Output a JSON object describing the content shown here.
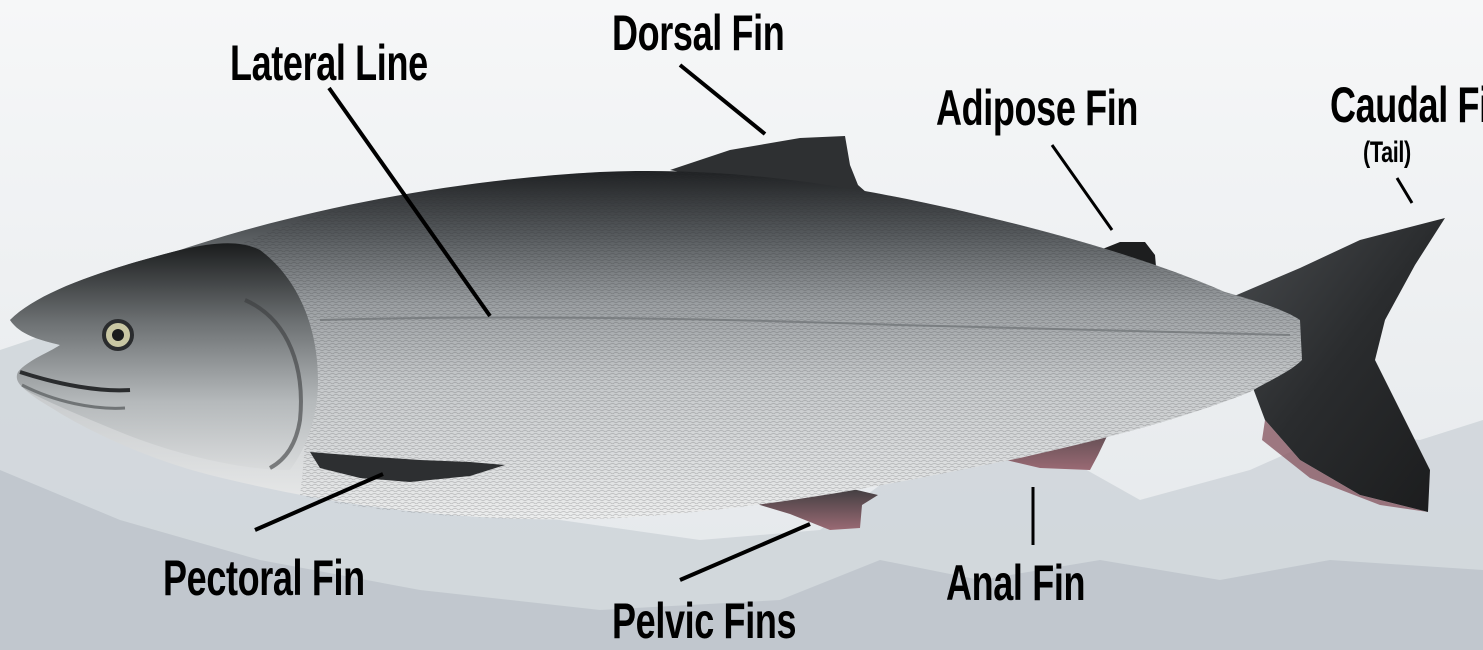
{
  "labels": {
    "lateral_line": "Lateral Line",
    "dorsal_fin": "Dorsal Fin",
    "adipose_fin": "Adipose Fin",
    "caudal_fin": "Caudal Fin",
    "caudal_fin_note": "(Tail)",
    "pectoral_fin": "Pectoral Fin",
    "pelvic_fins": "Pelvic Fins",
    "anal_fin": "Anal Fin"
  },
  "colors": {
    "sky": "#eef1f3",
    "mountains": "#c9cfd4",
    "fish_back": "#2b2d2f",
    "fish_side": "#a9adb0",
    "fish_belly": "#e2e4e5",
    "fins": "#303234",
    "pink_fin_edge": "#8a5a64",
    "label_text": "#000000",
    "leader_line": "#000000"
  }
}
